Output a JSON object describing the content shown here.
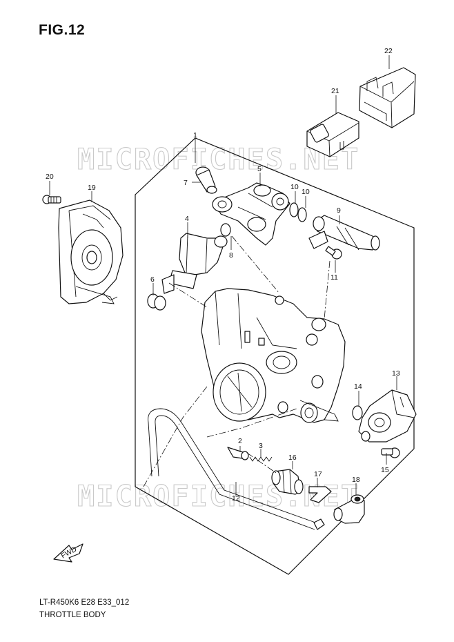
{
  "figure": {
    "title": "FIG.12",
    "model_code": "LT-R450K6 E28 E33_012",
    "caption": "THROTTLE BODY"
  },
  "watermark": {
    "text": "MICROFICHES.NET"
  },
  "fwd_arrow_label": "FWD",
  "parts": [
    {
      "id": "part-1",
      "label": "1"
    },
    {
      "id": "part-2",
      "label": "2"
    },
    {
      "id": "part-3",
      "label": "3"
    },
    {
      "id": "part-4",
      "label": "4"
    },
    {
      "id": "part-5",
      "label": "5"
    },
    {
      "id": "part-6",
      "label": "6"
    },
    {
      "id": "part-7",
      "label": "7"
    },
    {
      "id": "part-8",
      "label": "8"
    },
    {
      "id": "part-9",
      "label": "9"
    },
    {
      "id": "part-10a",
      "label": "10"
    },
    {
      "id": "part-10b",
      "label": "10"
    },
    {
      "id": "part-11",
      "label": "11"
    },
    {
      "id": "part-12",
      "label": "12"
    },
    {
      "id": "part-13",
      "label": "13"
    },
    {
      "id": "part-14",
      "label": "14"
    },
    {
      "id": "part-15",
      "label": "15"
    },
    {
      "id": "part-16",
      "label": "16"
    },
    {
      "id": "part-17",
      "label": "17"
    },
    {
      "id": "part-18",
      "label": "18"
    },
    {
      "id": "part-19",
      "label": "19"
    },
    {
      "id": "part-20",
      "label": "20"
    },
    {
      "id": "part-21",
      "label": "21"
    },
    {
      "id": "part-22",
      "label": "22"
    }
  ],
  "colors": {
    "line": "#111111",
    "watermark": "#c9c9c9",
    "background": "#ffffff"
  }
}
